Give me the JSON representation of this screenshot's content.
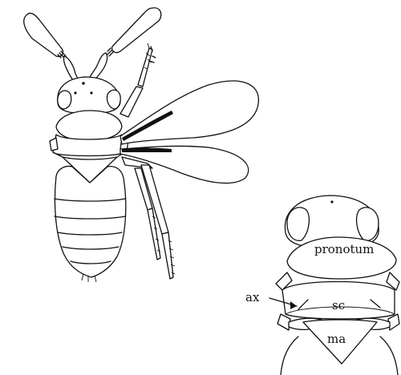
{
  "figure": {
    "labels": {
      "pronotum": "pronotum",
      "ax": "ax",
      "sc": "sc",
      "ma": "ma"
    }
  }
}
